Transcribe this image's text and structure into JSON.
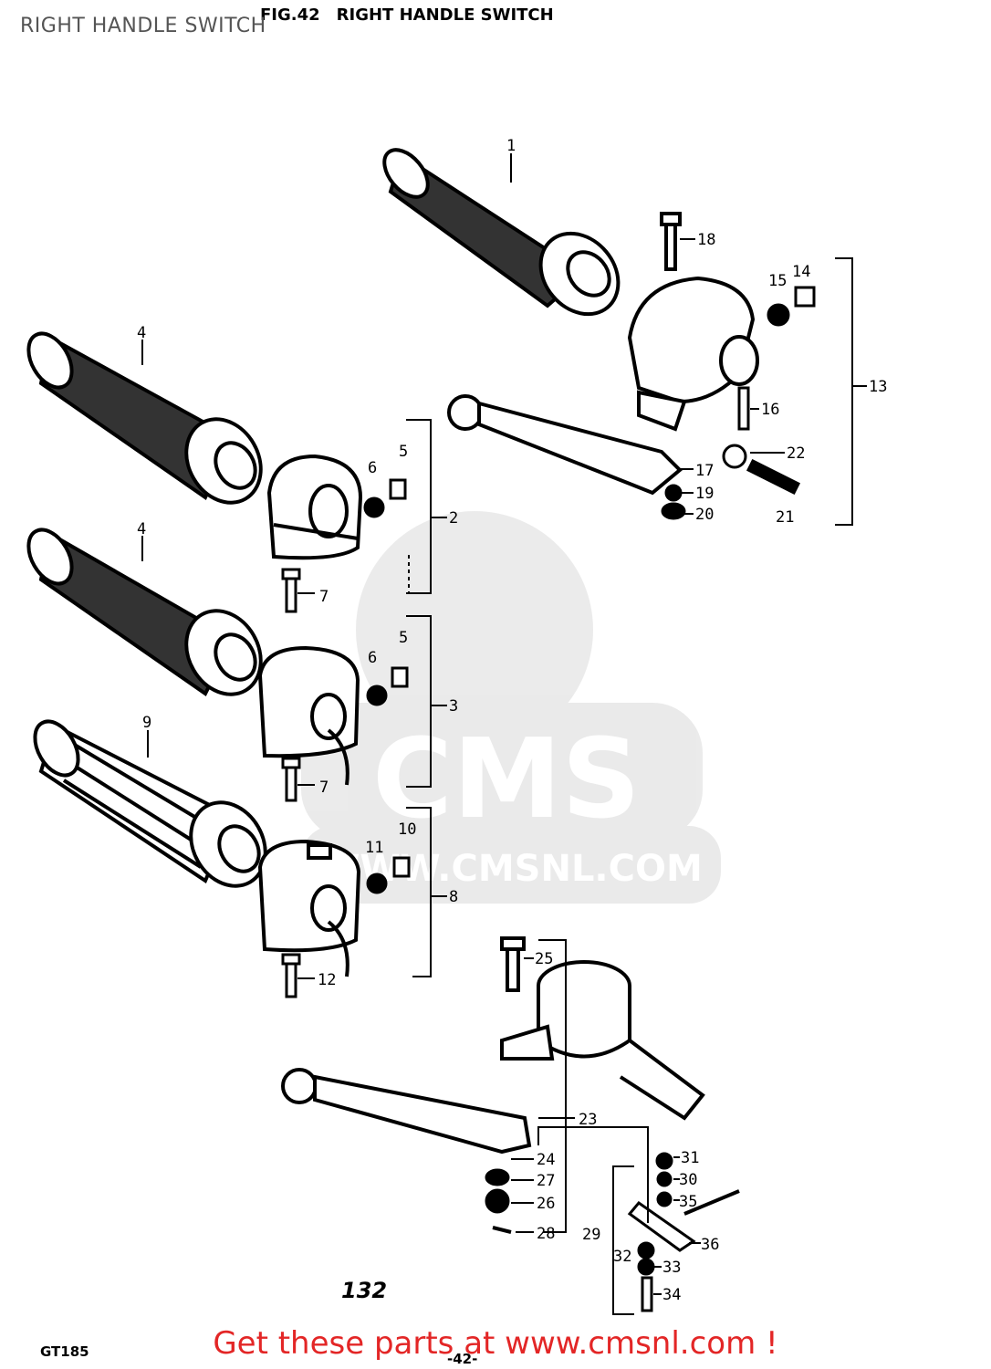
{
  "header": {
    "title": "RIGHT HANDLE SWITCH",
    "figure_number": "FIG.42",
    "figure_title": "RIGHT HANDLE SWITCH"
  },
  "watermark": {
    "logo_text": "CMS",
    "url_text": "WWW.CMSNL.COM"
  },
  "callouts": {
    "c1": "1",
    "c2": "2",
    "c3": "3",
    "c4a": "4",
    "c4b": "4",
    "c5a": "5",
    "c5b": "5",
    "c6a": "6",
    "c6b": "6",
    "c7a": "7",
    "c7b": "7",
    "c8": "8",
    "c9": "9",
    "c10": "10",
    "c11": "11",
    "c12": "12",
    "c13": "13",
    "c14": "14",
    "c15": "15",
    "c16": "16",
    "c17": "17",
    "c18": "18",
    "c19": "19",
    "c20": "20",
    "c21": "21",
    "c22": "22",
    "c23": "23",
    "c24": "24",
    "c25": "25",
    "c26": "26",
    "c27": "27",
    "c28": "28",
    "c29": "29",
    "c30": "30",
    "c31": "31",
    "c32": "32",
    "c33": "33",
    "c34": "34",
    "c35": "35",
    "c36": "36"
  },
  "page_number": "132",
  "model_code": "GT185",
  "page_ref": "-42-",
  "footer": {
    "text": "Get these parts at www.cmsnl.com !",
    "color": "#e32626"
  }
}
